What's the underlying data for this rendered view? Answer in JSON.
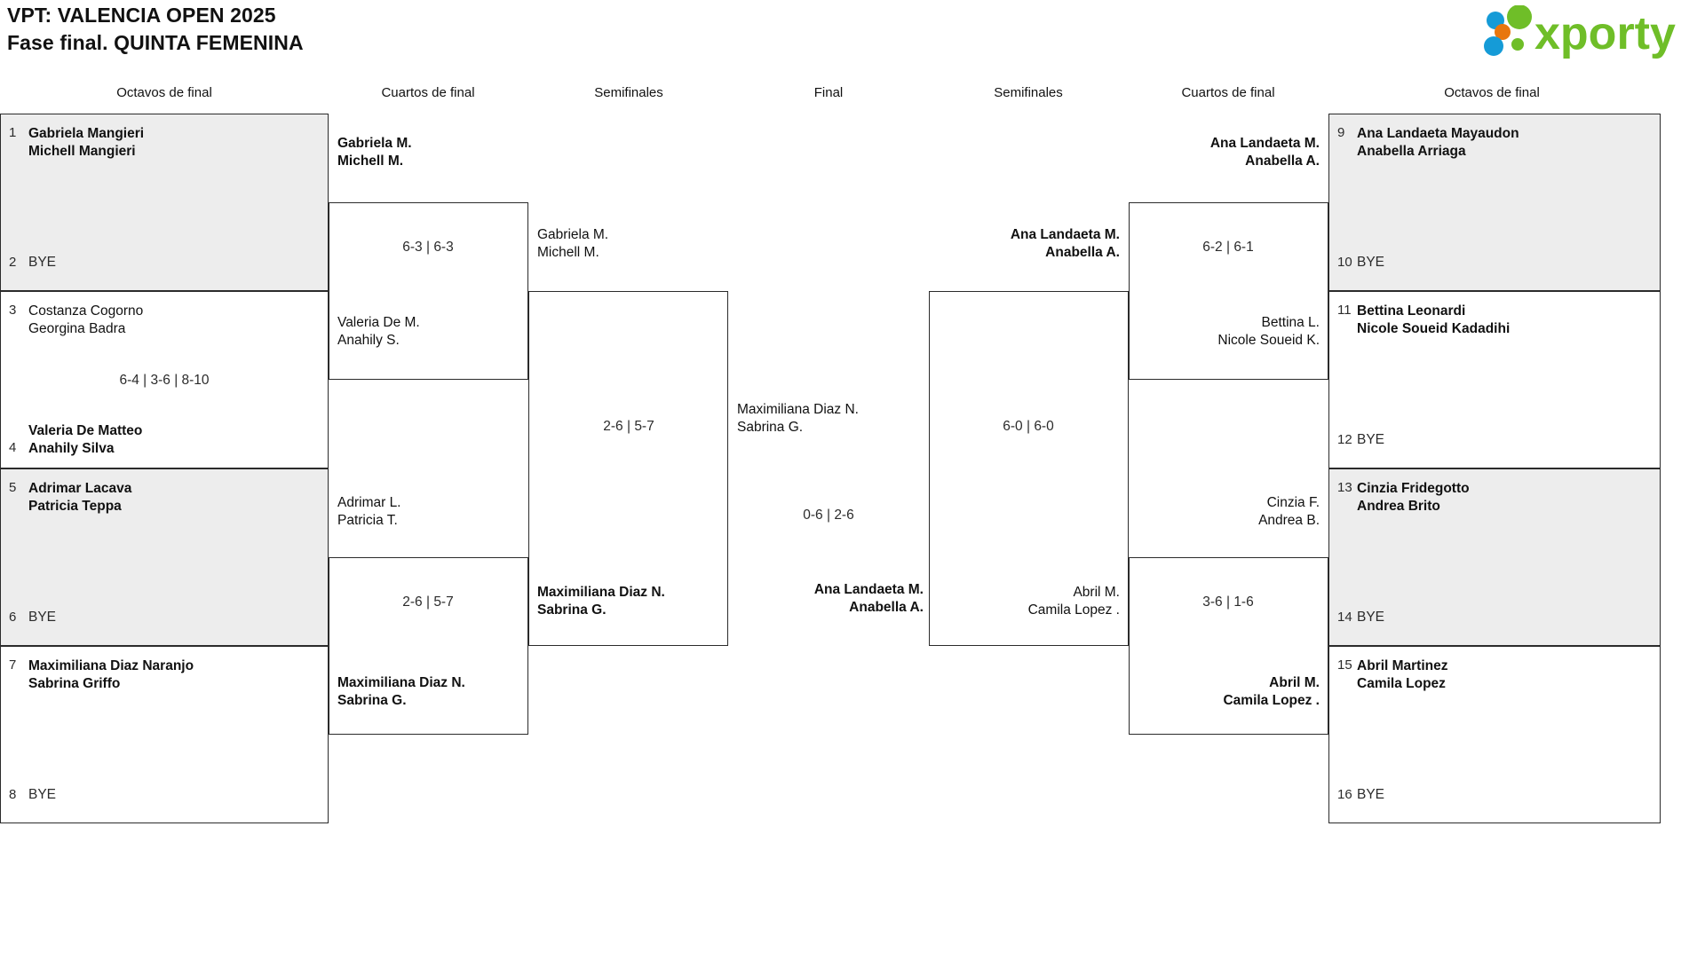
{
  "header": {
    "line1": "VPT: VALENCIA OPEN 2025",
    "line2": "Fase final. QUINTA FEMENINA",
    "logo_text": "xporty",
    "logo_colors": {
      "text": "#6FBE28",
      "dot_blue": "#159BD7",
      "dot_orange": "#E8760E",
      "dot_green": "#6FBE28"
    }
  },
  "round_headers": {
    "left_r16": "Octavos de final",
    "left_qf": "Cuartos de final",
    "left_sf": "Semifinales",
    "final": "Final",
    "right_sf": "Semifinales",
    "right_qf": "Cuartos de final",
    "right_r16": "Octavos de final"
  },
  "colors": {
    "shade": "#ededed",
    "border": "#2b2b2b",
    "text": "#111111"
  },
  "bracket": {
    "left_r16": [
      {
        "seed_top": "1",
        "top_names": [
          "Gabriela Mangieri",
          "Michell Mangieri"
        ],
        "top_winner": true,
        "seed_bottom": "2",
        "bottom_names": [
          "BYE"
        ],
        "bottom_winner": false,
        "score": "",
        "shaded": true
      },
      {
        "seed_top": "3",
        "top_names": [
          "Costanza Cogorno",
          "Georgina Badra"
        ],
        "top_winner": false,
        "seed_bottom": "4",
        "bottom_names": [
          "Valeria De Matteo",
          "Anahily Silva"
        ],
        "bottom_winner": true,
        "score": "6-4 | 3-6 | 8-10",
        "shaded": false
      },
      {
        "seed_top": "5",
        "top_names": [
          "Adrimar Lacava",
          "Patricia Teppa"
        ],
        "top_winner": true,
        "seed_bottom": "6",
        "bottom_names": [
          "BYE"
        ],
        "bottom_winner": false,
        "score": "",
        "shaded": true
      },
      {
        "seed_top": "7",
        "top_names": [
          "Maximiliana Diaz Naranjo",
          "Sabrina Griffo"
        ],
        "top_winner": true,
        "seed_bottom": "8",
        "bottom_names": [
          "BYE"
        ],
        "bottom_winner": false,
        "score": "",
        "shaded": false
      }
    ],
    "right_r16": [
      {
        "seed_top": "9",
        "top_names": [
          "Ana Landaeta Mayaudon",
          "Anabella Arriaga"
        ],
        "top_winner": true,
        "seed_bottom": "10",
        "bottom_names": [
          "BYE"
        ],
        "bottom_winner": false,
        "score": "",
        "shaded": true
      },
      {
        "seed_top": "11",
        "top_names": [
          "Bettina Leonardi",
          "Nicole Soueid Kadadihi"
        ],
        "top_winner": true,
        "seed_bottom": "12",
        "bottom_names": [
          "BYE"
        ],
        "bottom_winner": false,
        "score": "",
        "shaded": false
      },
      {
        "seed_top": "13",
        "top_names": [
          "Cinzia Fridegotto",
          "Andrea Brito"
        ],
        "top_winner": true,
        "seed_bottom": "14",
        "bottom_names": [
          "BYE"
        ],
        "bottom_winner": false,
        "score": "",
        "shaded": true
      },
      {
        "seed_top": "15",
        "top_names": [
          "Abril Martinez",
          "Camila Lopez"
        ],
        "top_winner": true,
        "seed_bottom": "16",
        "bottom_names": [
          "BYE"
        ],
        "bottom_winner": false,
        "score": "",
        "shaded": false
      }
    ],
    "left_qf": [
      {
        "top_names": [
          "Gabriela M.",
          "Michell M."
        ],
        "top_winner": true,
        "bottom_names": [
          "Valeria De M.",
          "Anahily S."
        ],
        "bottom_winner": false,
        "score": "6-3 | 6-3"
      },
      {
        "top_names": [
          "Adrimar L.",
          "Patricia T."
        ],
        "top_winner": false,
        "bottom_names": [
          "Maximiliana Diaz N.",
          "Sabrina G."
        ],
        "bottom_winner": true,
        "score": "2-6 | 5-7"
      }
    ],
    "right_qf": [
      {
        "top_names": [
          "Ana Landaeta M.",
          "Anabella A."
        ],
        "top_winner": true,
        "bottom_names": [
          "Bettina L.",
          "Nicole Soueid K."
        ],
        "bottom_winner": false,
        "score": "6-2 | 6-1"
      },
      {
        "top_names": [
          "Cinzia F.",
          "Andrea B."
        ],
        "top_winner": false,
        "bottom_names": [
          "Abril M.",
          "Camila Lopez ."
        ],
        "bottom_winner": true,
        "score": "3-6 | 1-6"
      }
    ],
    "left_sf": {
      "top_names": [
        "Gabriela M.",
        "Michell M."
      ],
      "top_winner": false,
      "bottom_names": [
        "Maximiliana Diaz N.",
        "Sabrina G."
      ],
      "bottom_winner": true,
      "score": "2-6 | 5-7"
    },
    "right_sf": {
      "top_names": [
        "Ana Landaeta M.",
        "Anabella A."
      ],
      "top_winner": true,
      "bottom_names": [
        "Abril M.",
        "Camila Lopez ."
      ],
      "bottom_winner": false,
      "score": "6-0 | 6-0"
    },
    "final": {
      "top_names": [
        "Maximiliana Diaz N.",
        "Sabrina G."
      ],
      "top_winner": false,
      "bottom_names": [
        "Ana Landaeta M.",
        "Anabella A."
      ],
      "bottom_winner": true,
      "score": "0-6 | 2-6"
    }
  }
}
